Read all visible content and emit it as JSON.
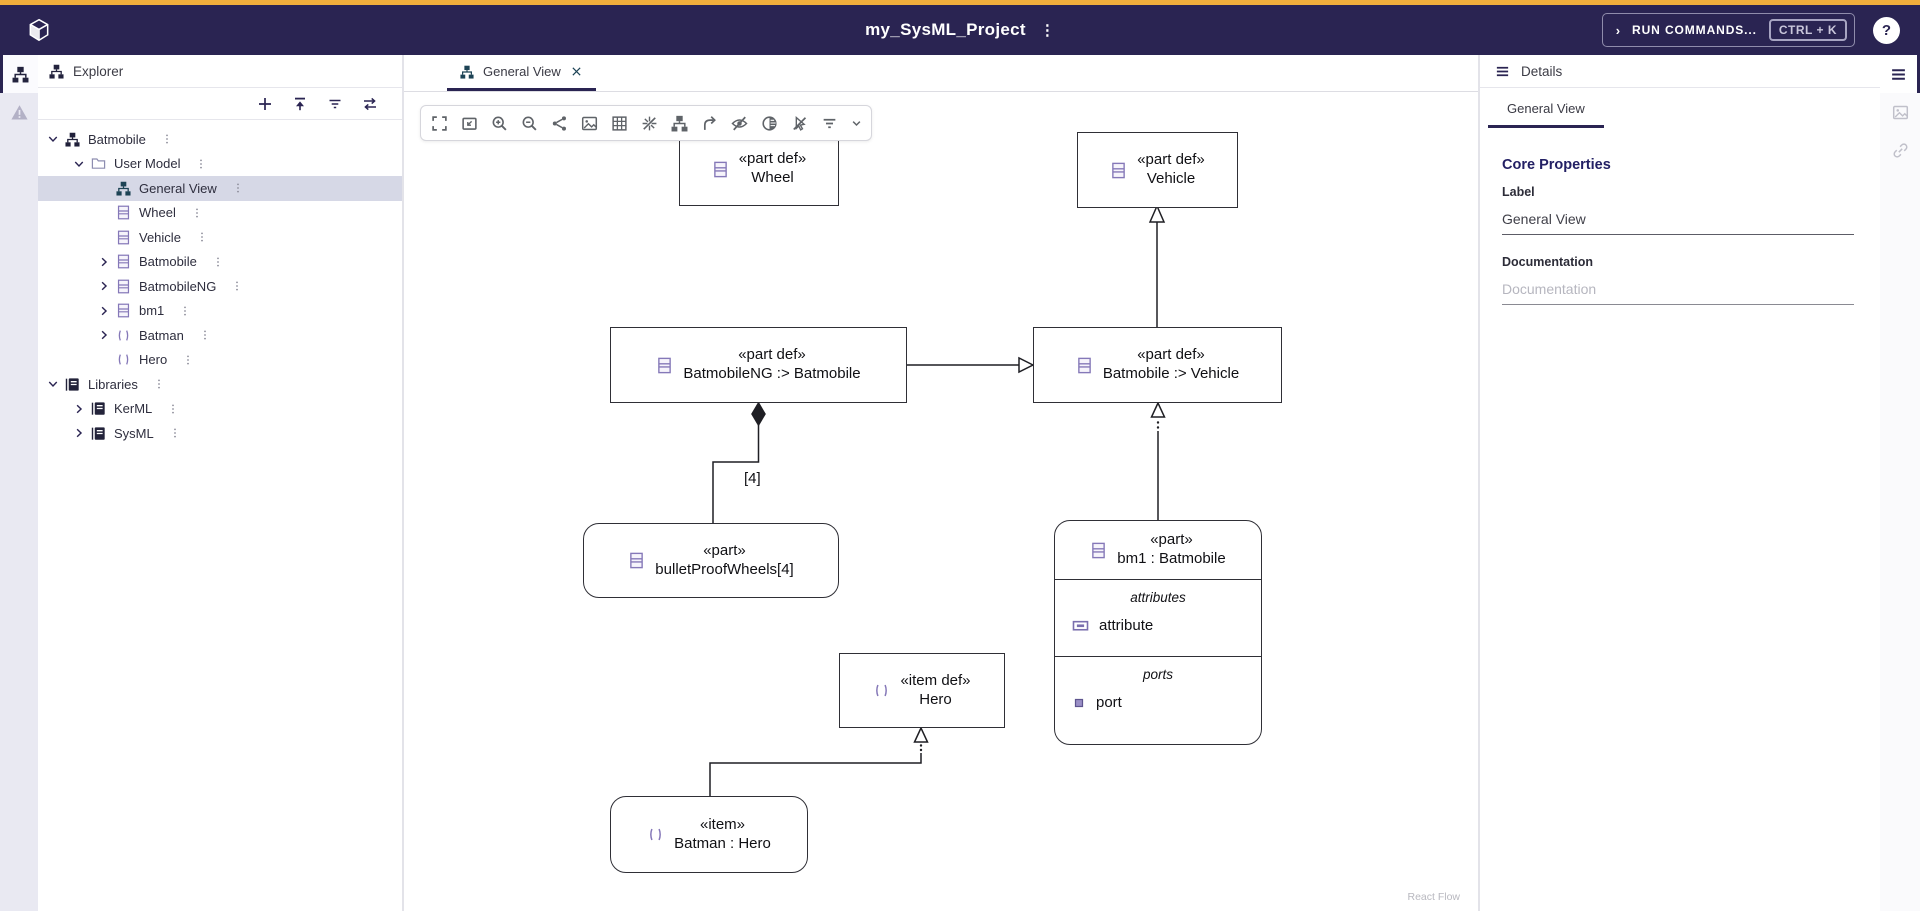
{
  "topbar": {
    "title": "my_SysML_Project",
    "title_menu": "⋮",
    "run_commands": {
      "chevron": "›",
      "label": "RUN COMMANDS...",
      "shortcut": "CTRL + K"
    },
    "help": "?"
  },
  "colors": {
    "accent_strip": "#f0ae3c",
    "topbar": "#2a2452",
    "selection": "#d6d8e6",
    "model_purple": "#8578b8",
    "active_indicator": "#2a2452"
  },
  "icons": {
    "logo": "cube-icon",
    "activity": [
      "model-tree-icon",
      "warning-icon"
    ],
    "explorer_toolbar": [
      "plus-icon",
      "collapse-all-icon",
      "filter-icon",
      "swap-horizontal-icon"
    ],
    "diagram_toolbar": [
      "fit-view-icon",
      "fit-selection-icon",
      "zoom-in-icon",
      "zoom-out-icon",
      "share-icon",
      "export-image-icon",
      "grid-icon",
      "snap-grid-icon",
      "hierarchy-layout-icon",
      "edge-routing-icon",
      "hide-icon",
      "contrast-icon",
      "pointer-off-icon",
      "filter-icon",
      "chevron-down-icon"
    ],
    "details_strip": [
      "properties-icon",
      "image-icon",
      "link-icon"
    ]
  },
  "explorer": {
    "title": "Explorer",
    "kebab": "⋮",
    "tree": [
      {
        "label": "Batmobile"
      },
      {
        "label": "User Model"
      },
      {
        "label": "General View"
      },
      {
        "label": "Wheel"
      },
      {
        "label": "Vehicle"
      },
      {
        "label": "Batmobile"
      },
      {
        "label": "BatmobileNG"
      },
      {
        "label": "bm1"
      },
      {
        "label": "Batman"
      },
      {
        "label": "Hero"
      },
      {
        "label": "Libraries"
      },
      {
        "label": "KerML"
      },
      {
        "label": "SysML"
      }
    ]
  },
  "tabs": {
    "general_view": "General View"
  },
  "diagram": {
    "nodes": {
      "wheel": {
        "stereotype": "«part def»",
        "name": "Wheel"
      },
      "vehicle": {
        "stereotype": "«part def»",
        "name": "Vehicle"
      },
      "batmobileng": {
        "stereotype": "«part def»",
        "name": "BatmobileNG :> Batmobile"
      },
      "batmobile": {
        "stereotype": "«part def»",
        "name": "Batmobile :> Vehicle"
      },
      "bulletproofwheels": {
        "stereotype": "«part»",
        "name": "bulletProofWheels[4]"
      },
      "bm1": {
        "stereotype": "«part»",
        "name": "bm1 : Batmobile",
        "compartments": [
          {
            "title": "attributes",
            "item": "attribute"
          },
          {
            "title": "ports",
            "item": "port"
          }
        ]
      },
      "hero": {
        "stereotype": "«item def»",
        "name": "Hero"
      },
      "batman": {
        "stereotype": "«item»",
        "name": "Batman : Hero"
      }
    },
    "edge_labels": {
      "multiplicity": "[4]"
    },
    "attribution": "React Flow"
  },
  "details": {
    "title": "Details",
    "tab": "General View",
    "core_properties": "Core Properties",
    "label_field": {
      "label": "Label",
      "value": "General View"
    },
    "documentation_field": {
      "label": "Documentation",
      "placeholder": "Documentation"
    }
  }
}
